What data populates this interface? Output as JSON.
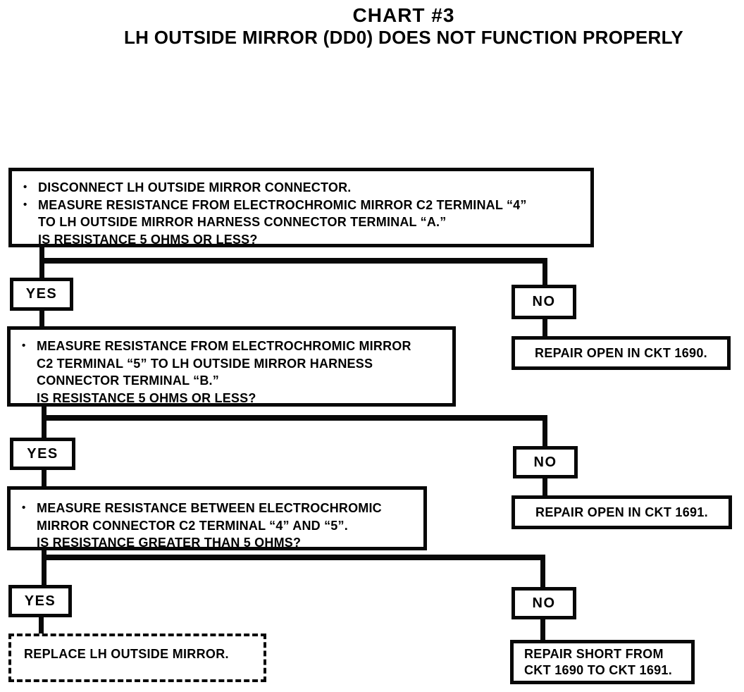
{
  "header": {
    "title": "CHART #3",
    "subtitle": "LH OUTSIDE MIRROR (DD0) DOES NOT FUNCTION PROPERLY"
  },
  "glyphs": {
    "bullet": "•"
  },
  "branches": {
    "yes": "YES",
    "no": "NO"
  },
  "nodes": {
    "q1": {
      "lines": [
        {
          "bullet": true,
          "text": "DISCONNECT LH OUTSIDE MIRROR CONNECTOR."
        },
        {
          "bullet": true,
          "text": "MEASURE RESISTANCE FROM ELECTROCHROMIC MIRROR C2 TERMINAL “4”"
        },
        {
          "bullet": false,
          "text": "TO LH OUTSIDE MIRROR HARNESS CONNECTOR TERMINAL “A.”"
        },
        {
          "bullet": false,
          "text": "IS RESISTANCE 5 OHMS OR LESS?"
        }
      ]
    },
    "q2": {
      "lines": [
        {
          "bullet": true,
          "text": "MEASURE RESISTANCE FROM ELECTROCHROMIC MIRROR"
        },
        {
          "bullet": false,
          "text": "C2 TERMINAL “5” TO LH OUTSIDE MIRROR HARNESS"
        },
        {
          "bullet": false,
          "text": "CONNECTOR TERMINAL “B.”"
        },
        {
          "bullet": false,
          "text": "IS RESISTANCE 5 OHMS OR LESS?"
        }
      ]
    },
    "q3": {
      "lines": [
        {
          "bullet": true,
          "text": "MEASURE RESISTANCE BETWEEN ELECTROCHROMIC"
        },
        {
          "bullet": false,
          "text": "MIRROR CONNECTOR C2 TERMINAL “4” AND “5”."
        },
        {
          "bullet": false,
          "text": "IS RESISTANCE GREATER THAN 5 OHMS?"
        }
      ]
    },
    "repair1": {
      "text": "REPAIR OPEN IN CKT 1690."
    },
    "repair2": {
      "text": "REPAIR OPEN IN CKT 1691."
    },
    "replace": {
      "text": "REPLACE LH OUTSIDE MIRROR."
    },
    "short": {
      "lines": [
        "REPAIR SHORT FROM",
        "CKT 1690 TO CKT 1691."
      ]
    }
  }
}
